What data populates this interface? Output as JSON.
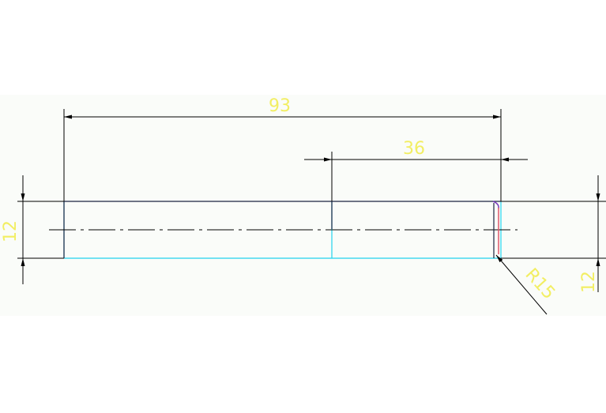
{
  "drawing": {
    "dimensions": {
      "overall_length": "93",
      "step_length": "36",
      "left_height": "12",
      "right_height": "12",
      "fillet_radius": "R15"
    },
    "colors": {
      "background": "#ffffff",
      "paper": "#fafcf9",
      "outline_cyan": "#22d3ee",
      "outline_dark": "#1b2340",
      "dimension_lines": "#000000",
      "dimension_text": "#f2ee63",
      "fillet_arc": "#7a3bbd",
      "fillet_line": "#e0566a"
    }
  }
}
